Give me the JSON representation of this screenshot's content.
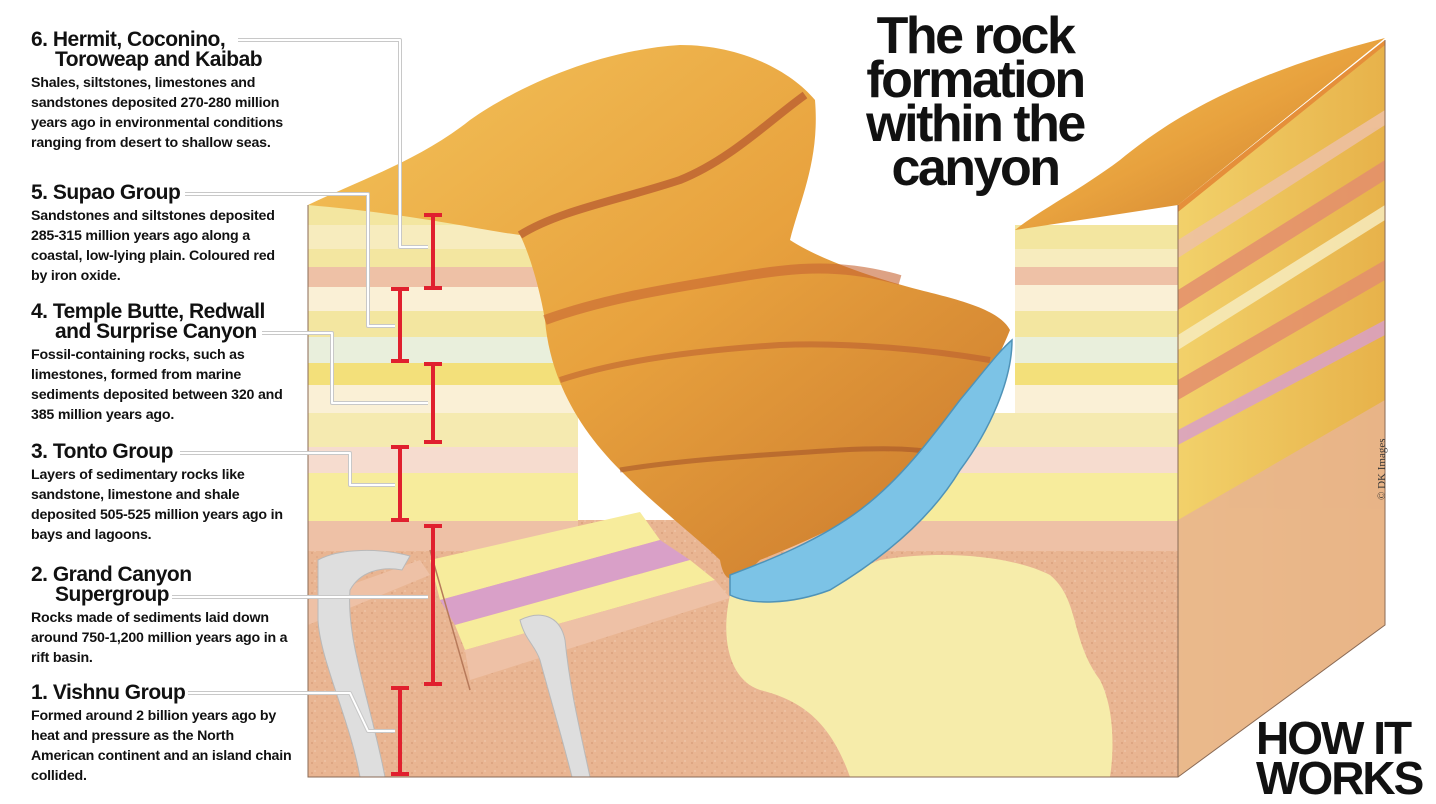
{
  "title": [
    "The rock",
    "formation",
    "within the",
    "canyon"
  ],
  "brand": [
    "HOW IT",
    "WORKS"
  ],
  "credit": "© DK Images",
  "colors": {
    "line": "#ffffff",
    "bracket": "#e0202e",
    "sand": "#f3e6a0",
    "cream": "#faf0d6",
    "salmon": "#eec1a6",
    "rock": "#e59a3c",
    "river": "#7cc3e6",
    "basement": "#e9b592"
  },
  "layers": [
    {
      "id": "6",
      "name_line1": "6. Hermit, Coconino,",
      "name_line2": "Toroweap and Kaibab",
      "desc": "Shales, siltstones, limestones and sandstones deposited 270-280 million years ago in environmental conditions ranging from desert to shallow seas."
    },
    {
      "id": "5",
      "name_line1": "5. Supao Group",
      "name_line2": "",
      "desc": "Sandstones and siltstones deposited 285-315 million years ago along a coastal, low-lying plain. Coloured red by iron oxide."
    },
    {
      "id": "4",
      "name_line1": "4. Temple Butte, Redwall",
      "name_line2": "and Surprise Canyon",
      "desc": "Fossil-containing rocks, such as limestones, formed from marine sediments deposited between 320 and 385 million years ago."
    },
    {
      "id": "3",
      "name_line1": "3. Tonto Group",
      "name_line2": "",
      "desc": "Layers of sedimentary rocks like sandstone, limestone and shale deposited 505-525 million years ago in bays and lagoons."
    },
    {
      "id": "2",
      "name_line1": "2. Grand Canyon",
      "name_line2": "Supergroup",
      "desc": "Rocks made of sediments laid down around 750-1,200 million years ago in a rift basin."
    },
    {
      "id": "1",
      "name_line1": "1. Vishnu Group",
      "name_line2": "",
      "desc": "Formed around 2 billion years ago by heat and pressure as the North American continent and an island chain collided."
    }
  ]
}
